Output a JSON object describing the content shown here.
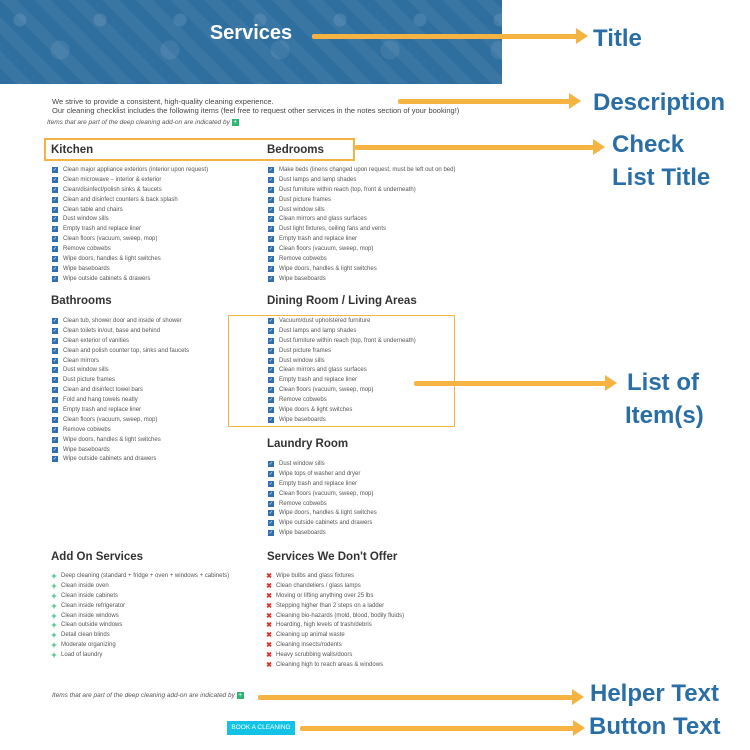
{
  "banner": {
    "title": "Services"
  },
  "intro": {
    "line1": "We strive to provide a consistent, high-quality cleaning experience.",
    "line2": "Our cleaning checklist includes the following items (feel free to request other services in the notes section of your booking!)"
  },
  "hint_text": "Items that are part of the deep cleaning add-on are indicated by",
  "hint_symbol": "+",
  "annotations": {
    "title": "Title",
    "description": "Description",
    "checklist_title_1": "Check",
    "checklist_title_2": "List Title",
    "list_items_1": "List of",
    "list_items_2": "Item(s)",
    "helper_text": "Helper Text",
    "button_text": "Button Text"
  },
  "sections": {
    "kitchen": {
      "title": "Kitchen",
      "items": [
        "Clean major appliance exteriors (interior upon request)",
        "Clean microwave – interior & exterior",
        "Clean/disinfect/polish sinks & faucets",
        "Clean and disinfect counters & back splash",
        "Clean table and chairs",
        "Dust window sills",
        "Empty trash and replace liner",
        "Clean floors (vacuum, sweep, mop)",
        "Remove cobwebs",
        "Wipe doors, handles & light switches",
        "Wipe baseboards",
        "Wipe outside cabinets & drawers"
      ]
    },
    "bedrooms": {
      "title": "Bedrooms",
      "items": [
        "Make beds (linens changed upon request, must be left out on bed)",
        "Dust lamps and lamp shades",
        "Dust furniture within reach (top, front & underneath)",
        "Dust picture frames",
        "Dust window sills",
        "Clean mirrors and glass surfaces",
        "Dust light fixtures, ceiling fans and vents",
        "Empty trash and replace liner",
        "Clean floors (vacuum, sweep, mop)",
        "Remove cobwebs",
        "Wipe doors, handles & light switches",
        "Wipe baseboards"
      ]
    },
    "bathrooms": {
      "title": "Bathrooms",
      "items": [
        "Clean tub, shower door and inside of shower",
        "Clean toilets in/out, base and behind",
        "Clean exterior of vanities",
        "Clean and polish counter top, sinks and faucets",
        "Clean mirrors",
        "Dust window sills",
        "Dust picture frames",
        "Clean and disinfect towel bars",
        "Fold and hang towels neatly",
        "Empty trash and replace liner",
        "Clean floors (vacuum, sweep, mop)",
        "Remove cobwebs",
        "Wipe doors, handles & light switches",
        "Wipe baseboards",
        "Wipe outside cabinets and drawers"
      ]
    },
    "dining": {
      "title": "Dining Room / Living Areas",
      "items": [
        "Vacuum/dust upholstered furniture",
        "Dust lamps and lamp shades",
        "Dust furniture within reach (top, front & underneath)",
        "Dust picture frames",
        "Dust window sills",
        "Clean mirrors and glass surfaces",
        "Empty trash and replace liner",
        "Clean floors (vacuum, sweep, mop)",
        "Remove cobwebs",
        "Wipe doors & light switches",
        "Wipe baseboards"
      ]
    },
    "laundry": {
      "title": "Laundry Room",
      "items": [
        "Dust window sills",
        "Wipe tops of washer and dryer",
        "Empty trash and replace liner",
        "Clean floors (vacuum, sweep, mop)",
        "Remove cobwebs",
        "Wipe doors, handles & light switches",
        "Wipe outside cabinets and drawers",
        "Wipe baseboards"
      ]
    },
    "addons": {
      "title": "Add On Services",
      "items": [
        "Deep cleaning (standard + fridge + oven + windows + cabinets)",
        "Clean inside oven",
        "Clean inside cabinets",
        "Clean inside refrigerator",
        "Clean inside windows",
        "Clean outside windows",
        "Detail clean blinds",
        "Moderate organizing",
        "Load of laundry"
      ]
    },
    "not_offered": {
      "title": "Services We Don't Offer",
      "items": [
        "Wipe bulbs and glass fixtures",
        "Clean chandeliers / glass lamps",
        "Moving or lifting anything over 25 lbs",
        "Stepping higher than 2 steps on a ladder",
        "Cleaning bio-hazards (mold, blood, bodily fluids)",
        "Hoarding, high levels of trash/debris",
        "Cleaning up animal waste",
        "Cleaning insects/rodents",
        "Heavy scrubbing walls/doors",
        "Cleaning high to reach areas & windows"
      ]
    }
  },
  "button": {
    "label": "BOOK A CLEANING"
  },
  "colors": {
    "banner": "#2f6f9f",
    "annotation": "#2a6ea6",
    "arrow": "#f5b342",
    "check": "#2f6fb0",
    "plus": "#2bb673",
    "cross": "#d9342b",
    "button": "#13c3e6"
  }
}
